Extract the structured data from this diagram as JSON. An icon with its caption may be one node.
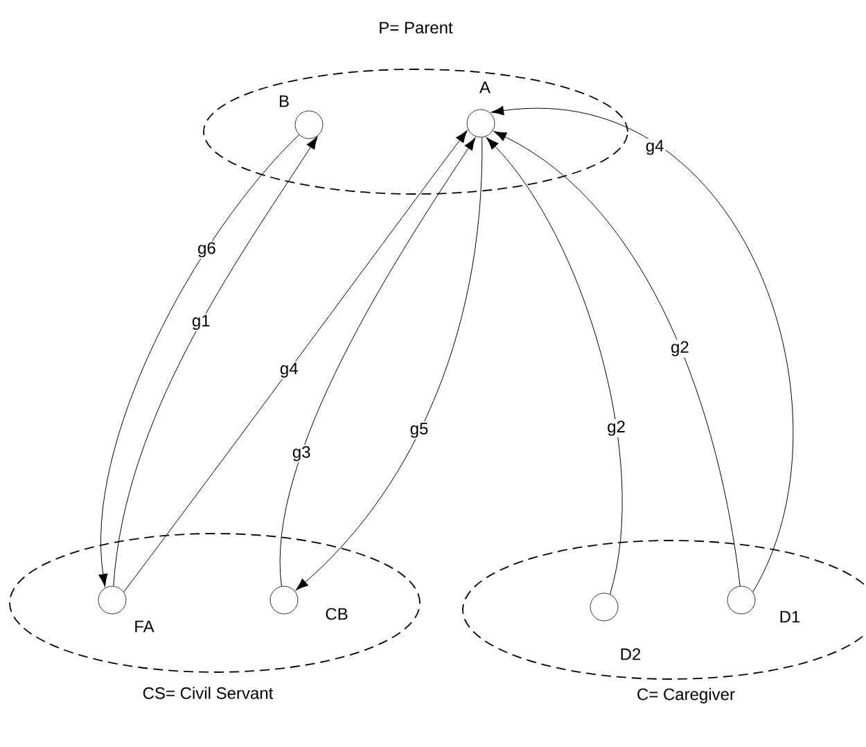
{
  "diagram": {
    "nodes": [
      {
        "text": [
          "P= Parent"
        ]
      },
      {
        "text": [
          "B"
        ],
        "in": 0
      },
      {
        "text": [
          "A"
        ],
        "in": 0
      },
      {
        "text": [
          "CS= Civil Servant"
        ]
      },
      {
        "text": [
          "FA"
        ],
        "in": 3
      },
      {
        "text": [
          "CB"
        ],
        "in": 3
      },
      {
        "text": [
          "C= Caregiver"
        ]
      },
      {
        "text": [
          "D2"
        ],
        "in": 6
      },
      {
        "text": [
          "D1"
        ],
        "in": 6
      }
    ],
    "edges": [
      {
        "from": 1,
        "to": 4,
        "arrow": "to",
        "label": "g6"
      },
      {
        "from": 4,
        "to": 1,
        "arrow": "to",
        "label": "g1"
      },
      {
        "from": 4,
        "to": 2,
        "arrow": "to",
        "label": "g4"
      },
      {
        "from": 5,
        "to": 2,
        "arrow": "to",
        "label": "g3"
      },
      {
        "from": 2,
        "to": 5,
        "arrow": "to",
        "label": "g5"
      },
      {
        "from": 7,
        "to": 2,
        "arrow": "to",
        "label": "g2"
      },
      {
        "from": 8,
        "to": 2,
        "arrow": "to",
        "label": "g2"
      },
      {
        "from": 8,
        "to": 2,
        "arrow": "to",
        "label": "g4"
      }
    ]
  }
}
